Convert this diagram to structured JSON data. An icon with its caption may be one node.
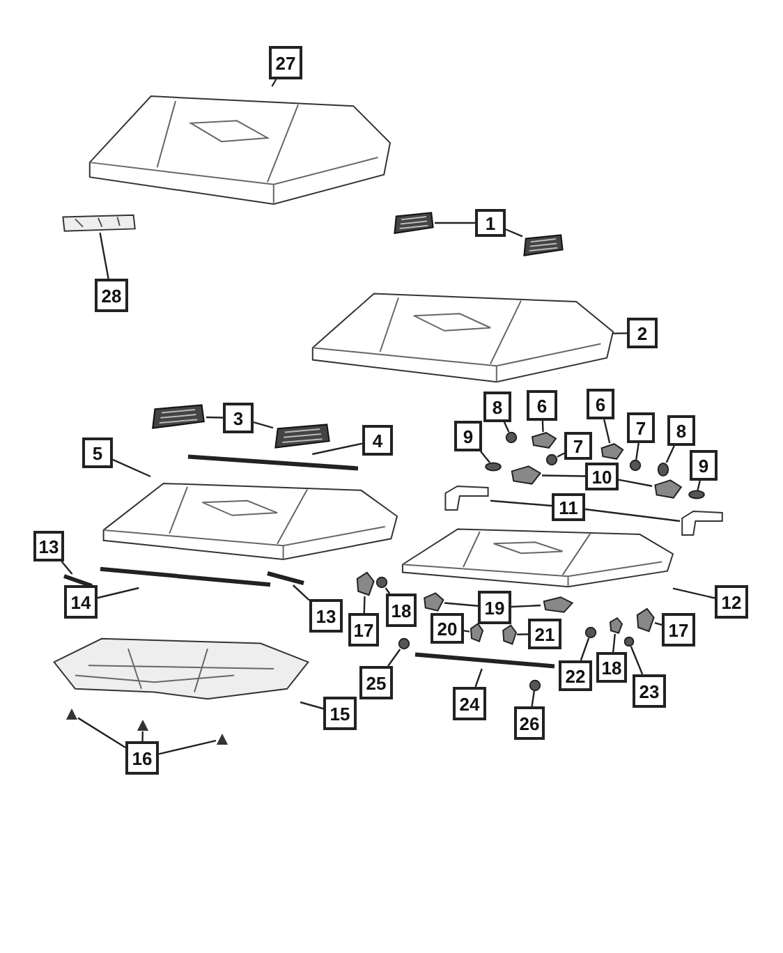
{
  "diagram": {
    "nodes": [
      {
        "text": [
          "27"
        ]
      },
      {
        "text": [
          "28"
        ]
      },
      {
        "text": [
          "1"
        ]
      },
      {
        "text": [
          "2"
        ]
      },
      {
        "text": [
          "3"
        ]
      },
      {
        "text": [
          "4"
        ]
      },
      {
        "text": [
          "5"
        ]
      },
      {
        "text": [
          "8"
        ]
      },
      {
        "text": [
          "6"
        ]
      },
      {
        "text": [
          "9"
        ]
      },
      {
        "text": [
          "7"
        ]
      },
      {
        "text": [
          "6"
        ]
      },
      {
        "text": [
          "7"
        ]
      },
      {
        "text": [
          "8"
        ]
      },
      {
        "text": [
          "9"
        ]
      },
      {
        "text": [
          "10"
        ]
      },
      {
        "text": [
          "11"
        ]
      },
      {
        "text": [
          "12"
        ]
      },
      {
        "text": [
          "13"
        ]
      },
      {
        "text": [
          "14"
        ]
      },
      {
        "text": [
          "13"
        ]
      },
      {
        "text": [
          "15"
        ]
      },
      {
        "text": [
          "16"
        ]
      },
      {
        "text": [
          "17"
        ]
      },
      {
        "text": [
          "18"
        ]
      },
      {
        "text": [
          "19"
        ]
      },
      {
        "text": [
          "20"
        ]
      },
      {
        "text": [
          "21"
        ]
      },
      {
        "text": [
          "22"
        ]
      },
      {
        "text": [
          "18"
        ]
      },
      {
        "text": [
          "17"
        ]
      },
      {
        "text": [
          "23"
        ]
      },
      {
        "text": [
          "24"
        ]
      },
      {
        "text": [
          "25"
        ]
      },
      {
        "text": [
          "26"
        ]
      },
      {
        "text": [],
        "shape": "picture"
      },
      {
        "text": [],
        "shape": "picture"
      },
      {
        "text": [],
        "shape": "picture"
      },
      {
        "text": [],
        "shape": "picture"
      },
      {
        "text": [],
        "shape": "picture"
      },
      {
        "text": [],
        "shape": "picture"
      },
      {
        "text": [],
        "shape": "picture"
      },
      {
        "text": [],
        "shape": "picture"
      },
      {
        "text": [],
        "shape": "picture"
      },
      {
        "text": [],
        "shape": "circle"
      },
      {
        "text": [],
        "shape": "picture"
      },
      {
        "text": [],
        "shape": "circle"
      },
      {
        "text": [],
        "shape": "circle"
      },
      {
        "text": [],
        "shape": "picture"
      },
      {
        "text": [],
        "shape": "circle"
      },
      {
        "text": [],
        "shape": "circle"
      },
      {
        "text": [],
        "shape": "circle"
      },
      {
        "text": [],
        "shape": "picture"
      },
      {
        "text": [],
        "shape": "picture"
      },
      {
        "text": [],
        "shape": "picture"
      },
      {
        "text": [],
        "shape": "picture"
      },
      {
        "text": [],
        "shape": "picture"
      },
      {
        "text": [],
        "shape": "picture"
      },
      {
        "text": [],
        "shape": "picture"
      },
      {
        "text": [],
        "shape": "picture"
      },
      {
        "text": [],
        "shape": "picture"
      },
      {
        "text": [],
        "shape": "picture"
      },
      {
        "text": [],
        "shape": "picture"
      },
      {
        "text": [],
        "shape": "picture"
      },
      {
        "text": [],
        "shape": "picture"
      },
      {
        "text": [],
        "shape": "circle"
      },
      {
        "text": [],
        "shape": "picture"
      },
      {
        "text": [],
        "shape": "picture"
      },
      {
        "text": [],
        "shape": "picture"
      },
      {
        "text": [],
        "shape": "picture"
      },
      {
        "text": [],
        "shape": "circle"
      },
      {
        "text": [],
        "shape": "picture"
      },
      {
        "text": [],
        "shape": "picture"
      },
      {
        "text": [],
        "shape": "circle"
      },
      {
        "text": [],
        "shape": "picture"
      },
      {
        "text": [],
        "shape": "circle"
      },
      {
        "text": [],
        "shape": "circle"
      }
    ],
    "edges": [
      {
        "from": 0,
        "to": 35,
        "arrow": "none"
      },
      {
        "from": 1,
        "to": 36,
        "arrow": "none"
      },
      {
        "from": 2,
        "to": 37,
        "arrow": "none"
      },
      {
        "from": 2,
        "to": 38,
        "arrow": "none"
      },
      {
        "from": 3,
        "to": 39,
        "arrow": "none"
      },
      {
        "from": 4,
        "to": 40,
        "arrow": "none"
      },
      {
        "from": 4,
        "to": 41,
        "arrow": "none"
      },
      {
        "from": 5,
        "to": 42,
        "arrow": "none"
      },
      {
        "from": 6,
        "to": 43,
        "arrow": "none"
      },
      {
        "from": 7,
        "to": 44,
        "arrow": "none"
      },
      {
        "from": 8,
        "to": 45,
        "arrow": "none"
      },
      {
        "from": 9,
        "to": 46,
        "arrow": "none"
      },
      {
        "from": 10,
        "to": 47,
        "arrow": "none"
      },
      {
        "from": 11,
        "to": 48,
        "arrow": "none"
      },
      {
        "from": 12,
        "to": 49,
        "arrow": "none"
      },
      {
        "from": 13,
        "to": 50,
        "arrow": "none"
      },
      {
        "from": 14,
        "to": 51,
        "arrow": "none"
      },
      {
        "from": 15,
        "to": 52,
        "arrow": "none"
      },
      {
        "from": 15,
        "to": 53,
        "arrow": "none"
      },
      {
        "from": 16,
        "to": 54,
        "arrow": "none"
      },
      {
        "from": 16,
        "to": 55,
        "arrow": "none"
      },
      {
        "from": 17,
        "to": 56,
        "arrow": "none"
      },
      {
        "from": 18,
        "to": 57,
        "arrow": "none"
      },
      {
        "from": 19,
        "to": 58,
        "arrow": "none"
      },
      {
        "from": 20,
        "to": 59,
        "arrow": "none"
      },
      {
        "from": 21,
        "to": 60,
        "arrow": "none"
      },
      {
        "from": 22,
        "to": 61,
        "arrow": "none"
      },
      {
        "from": 22,
        "to": 62,
        "arrow": "none"
      },
      {
        "from": 22,
        "to": 63,
        "arrow": "none"
      },
      {
        "from": 23,
        "to": 64,
        "arrow": "none"
      },
      {
        "from": 24,
        "to": 65,
        "arrow": "none"
      },
      {
        "from": 25,
        "to": 66,
        "arrow": "none"
      },
      {
        "from": 25,
        "to": 67,
        "arrow": "none"
      },
      {
        "from": 26,
        "to": 68,
        "arrow": "none"
      },
      {
        "from": 27,
        "to": 69,
        "arrow": "none"
      },
      {
        "from": 28,
        "to": 70,
        "arrow": "none"
      },
      {
        "from": 29,
        "to": 71,
        "arrow": "none"
      },
      {
        "from": 30,
        "to": 72,
        "arrow": "none"
      },
      {
        "from": 31,
        "to": 73,
        "arrow": "none"
      },
      {
        "from": 32,
        "to": 74,
        "arrow": "none"
      },
      {
        "from": 33,
        "to": 75,
        "arrow": "none"
      },
      {
        "from": 34,
        "to": 76,
        "arrow": "none"
      }
    ]
  }
}
